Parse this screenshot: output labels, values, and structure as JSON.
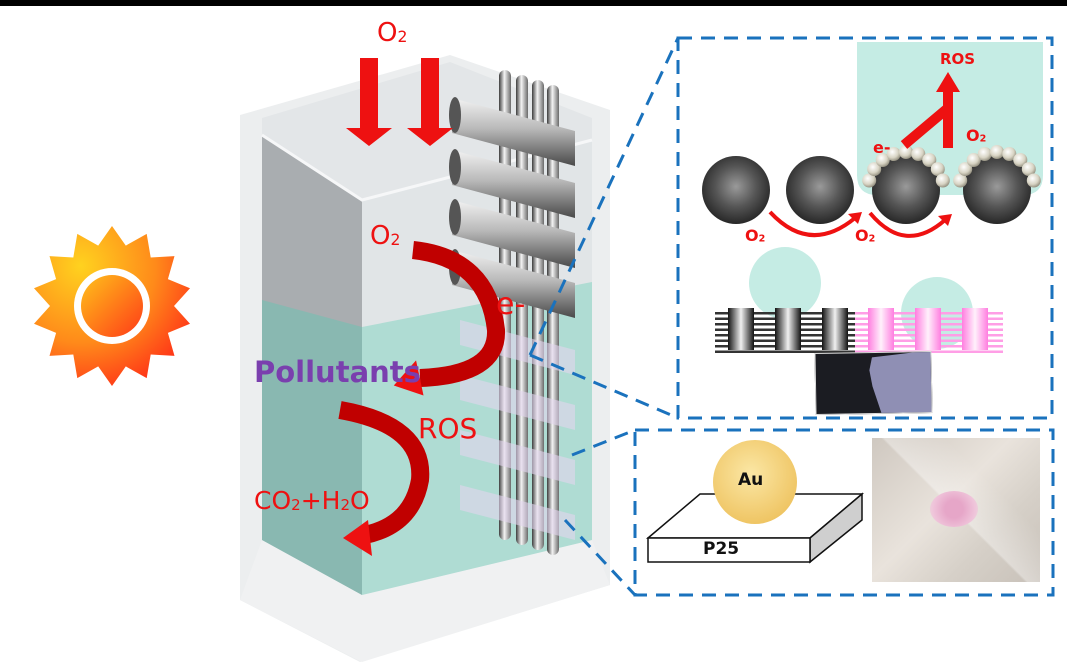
{
  "figure": {
    "type": "schematic",
    "description": "Photocatalytic degradation reactor with Au/P25 coated fibrous mesh"
  },
  "reactor": {
    "o2_top_label": "O",
    "o2_top_sub": "2",
    "o2_mid_label": "O",
    "o2_mid_sub": "2",
    "electron_label": "e-",
    "pollutants_label": "Pollutants",
    "ros_label": "ROS",
    "products_label_co": "CO",
    "products_sub_1": "2",
    "products_label_plus_h": "+H",
    "products_sub_2": "2",
    "products_label_o": "O"
  },
  "inset_top": {
    "ros_label": "ROS",
    "electron_label": "e-",
    "o2_right_label": "O",
    "o2_right_sub": "2",
    "o2_left_label": "O",
    "o2_left_sub": "2",
    "o2_center_label": "O",
    "o2_center_sub": "2",
    "photo_caption": ""
  },
  "inset_bottom": {
    "particle_label": "Au",
    "support_label": "P25"
  },
  "colors": {
    "arrow_red": "#ee1111",
    "arrow_dark_red": "#c00000",
    "pollutant_purple": "#7a3fae",
    "water_teal": "#9ed8cc",
    "dash_blue": "#1a72bd",
    "gold": "#f3d27a",
    "sun_orange": "#ff6a1a",
    "sun_yellow": "#ffc21a",
    "mesh_pink": "#ff8fe0"
  },
  "icons": {
    "sun": "sun-icon"
  }
}
